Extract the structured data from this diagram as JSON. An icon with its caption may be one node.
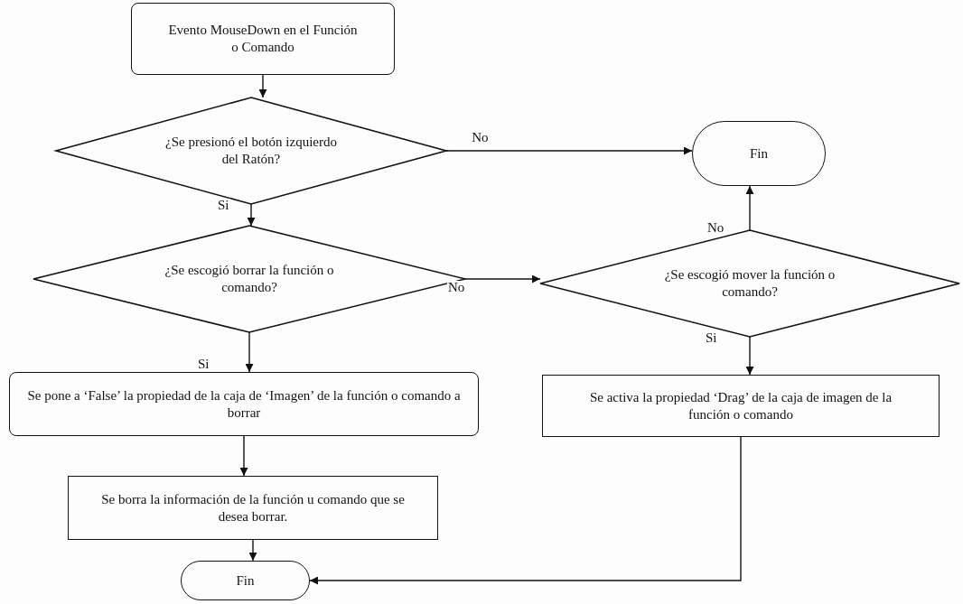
{
  "diagram": {
    "nodes": [
      {
        "text": [
          "Evento MouseDown en el Función o Comando"
        ]
      },
      {
        "text": [
          "¿Se presionó el botón izquierdo del Ratón?"
        ]
      },
      {
        "text": [
          "Fin"
        ]
      },
      {
        "text": [
          "¿Se escogió borrar la función o comando?"
        ]
      },
      {
        "text": [
          "¿Se escogió mover la función o comando?"
        ]
      },
      {
        "text": [
          "Se pone a ‘False’ la propiedad de la caja de ‘Imagen’ de la función o comando a borrar"
        ]
      },
      {
        "text": [
          "Se activa la propiedad ‘Drag’ de la caja de imagen de la función o comando"
        ]
      },
      {
        "text": [
          "Se borra la información de la función u comando que se desea borrar."
        ]
      },
      {
        "text": [
          "Fin"
        ]
      }
    ],
    "edges": [
      {
        "from": 0,
        "to": 1,
        "arrow": "to"
      },
      {
        "from": 1,
        "to": 2,
        "arrow": "to",
        "label": "No"
      },
      {
        "from": 1,
        "to": 3,
        "arrow": "to",
        "label": "Si"
      },
      {
        "from": 3,
        "to": 4,
        "arrow": "to",
        "label": "No"
      },
      {
        "from": 4,
        "to": 2,
        "arrow": "to",
        "label": "No"
      },
      {
        "from": 3,
        "to": 5,
        "arrow": "to",
        "label": "Si"
      },
      {
        "from": 4,
        "to": 6,
        "arrow": "to",
        "label": "Si"
      },
      {
        "from": 5,
        "to": 7,
        "arrow": "to"
      },
      {
        "from": 7,
        "to": 8,
        "arrow": "to"
      },
      {
        "from": 6,
        "to": 8,
        "arrow": "to"
      }
    ]
  }
}
